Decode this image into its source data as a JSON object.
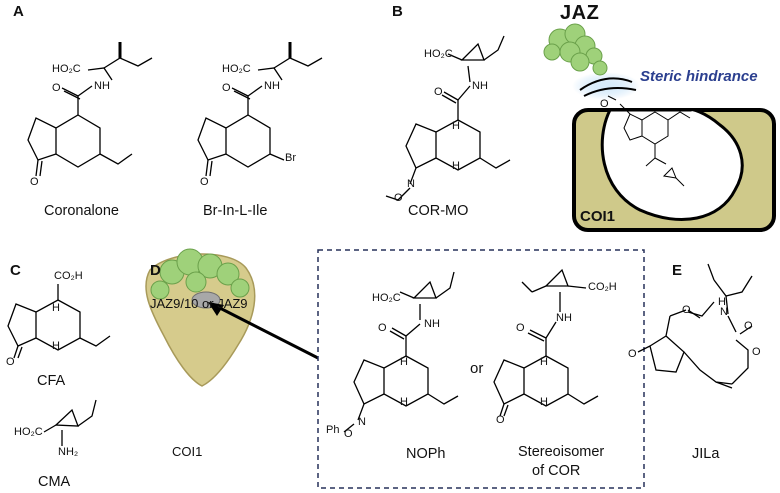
{
  "panels": {
    "a": "A",
    "b": "B",
    "c": "C",
    "d": "D",
    "e": "E"
  },
  "captions": {
    "coronalone": "Coronalone",
    "br_in_ile": "Br-In-L-Ile",
    "cor_mo": "COR-MO",
    "cfa": "CFA",
    "cma": "CMA",
    "nophe": "NOPh",
    "stereo_line1": "Stereoisomer",
    "stereo_line2": "of COR",
    "jila": "JILa"
  },
  "labels": {
    "jaz": "JAZ",
    "steric_hindrance": "Steric hindrance",
    "coi1_big": "COI1",
    "jaz_small": "JAZ9/10 or JAZ9",
    "coi1_small": "COI1",
    "or": "or"
  },
  "atoms": {
    "ho2c": "HO₂C",
    "co2h": "CO₂H",
    "nh": "NH",
    "n": "N",
    "o": "O",
    "br": "Br",
    "h": "H",
    "nh2": "NH₂",
    "ph": "Ph",
    "o_link": "O"
  },
  "colors": {
    "coi1_pocket": "#cfc98a",
    "jaz_green": "#9fd17a",
    "steric_glow": "#a9d3f5",
    "steric_text": "#2b3f8f",
    "dashed_box": "#27305a"
  }
}
